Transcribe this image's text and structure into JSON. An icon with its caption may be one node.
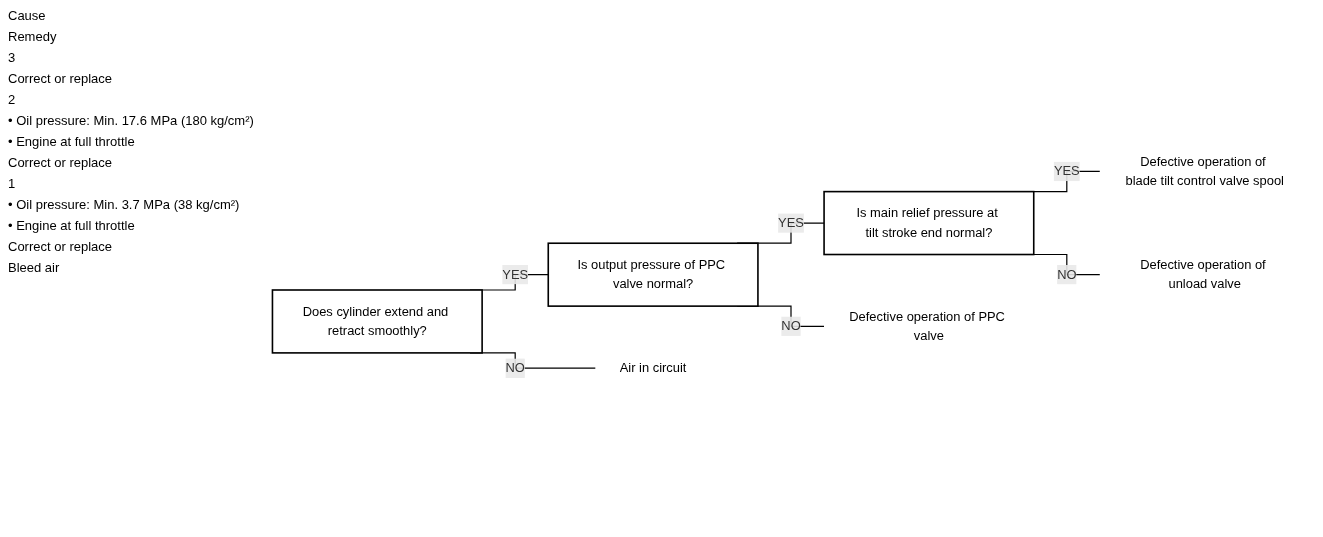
{
  "diagram": {
    "nodes": [
      {
        "text": [
          "Does cylinder extend and retract smoothly?"
        ]
      },
      {
        "text": [
          "Is output pressure of PPC valve normal?"
        ]
      },
      {
        "text": [
          "Is main relief pressure at tilt stroke end normal?"
        ]
      },
      {
        "text": [
          "Defective operation of blade tilt control valve spool"
        ]
      },
      {
        "text": [
          "Defective operation of unload valve"
        ]
      },
      {
        "text": [
          "Defective operation of PPC valve"
        ]
      },
      {
        "text": [
          "Air in circuit"
        ]
      }
    ],
    "edges": [
      {
        "from": 0,
        "to": 1,
        "arrow": "none",
        "label": "YES"
      },
      {
        "from": 0,
        "to": 6,
        "arrow": "none",
        "label": "NO"
      },
      {
        "from": 1,
        "to": 2,
        "arrow": "none",
        "label": "YES"
      },
      {
        "from": 1,
        "to": 5,
        "arrow": "none",
        "label": "NO"
      },
      {
        "from": 2,
        "to": 3,
        "arrow": "none",
        "label": "YES"
      },
      {
        "from": 2,
        "to": 4,
        "arrow": "none",
        "label": "NO"
      }
    ],
    "labels": [
      "Cause",
      "Remedy",
      "3",
      "Correct or replace",
      "2",
      "• Oil pressure: Min. 17.6 MPa (180 kg/cm²)",
      "• Engine at full throttle",
      "Correct or replace",
      "1",
      "• Oil pressure: Min. 3.7 MPa (38 kg/cm²)",
      "• Engine at full throttle",
      "Correct or replace",
      "Bleed air"
    ]
  }
}
